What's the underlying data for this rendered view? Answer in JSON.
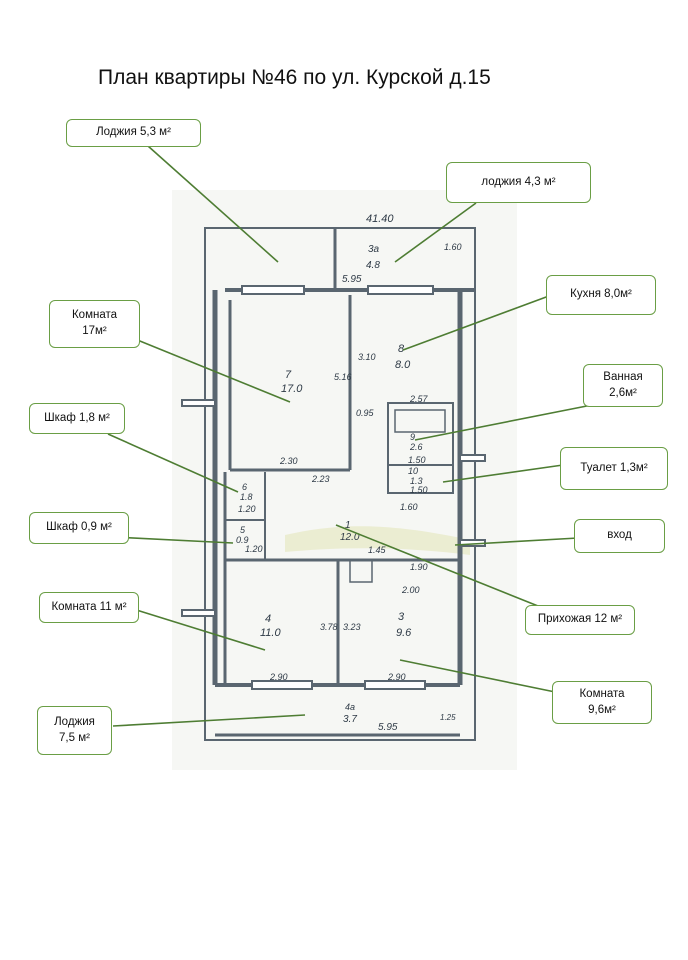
{
  "title": "План квартиры №46 по ул. Курской д.15",
  "callouts": {
    "loggia_5_3": "Лоджия 5,3 м²",
    "loggia_4_3": "лоджия 4,3 м²",
    "kitchen": "Кухня 8,0м²",
    "room17": [
      "Комната",
      "17м²"
    ],
    "bath": [
      "Ванная",
      "2,6м²"
    ],
    "closet18": "Шкаф 1,8 м²",
    "toilet": "Туалет 1,3м²",
    "closet09": "Шкаф 0,9 м²",
    "entrance": "вход",
    "room11": "Комната 11 м²",
    "hall": "Прихожая 12 м²",
    "loggia75": [
      "Лоджия",
      "7,5 м²"
    ],
    "room96": [
      "Комната",
      "9,6м²"
    ]
  },
  "plan_labels": {
    "total_len": "41.40",
    "loggia_top_num": "3а",
    "loggia_top_area": "4.8",
    "loggia_top_len": "5.95",
    "right_dim": "1.60",
    "room7_num": "7",
    "room7_area": "17.0",
    "room7_dim": "5.16",
    "kitchen_num": "8",
    "kitchen_area": "8.0",
    "kitchen_dim": "3.10",
    "dim_095": "0.95",
    "dim_257": "2.57",
    "bath_num": "9",
    "bath_area": "2.6",
    "bath_dim": "1.50",
    "toilet_num": "10",
    "toilet_area": "1.3",
    "toilet_dim": "1.50",
    "dim_230": "2.30",
    "dim_223": "2.23",
    "closet6_num": "6",
    "closet6_area": "1.8",
    "closet6_dim": "1.20",
    "dim_160": "1.60",
    "hall_num": "1",
    "hall_area": "12.0",
    "closet5_num": "5",
    "closet5_area": "0.9",
    "closet5_dim": "1.20",
    "dim_145": "1.45",
    "dim_190": "1.90",
    "dim_200": "2.00",
    "room4_num": "4",
    "room4_area": "11.0",
    "room4_dim": "3.78",
    "room3_num": "3",
    "room3_area": "9.6",
    "room3_dim": "3.23",
    "dim_290a": "2.90",
    "dim_290b": "2.90",
    "loggia_bot_num": "4а",
    "loggia_bot_area": "3.7",
    "loggia_bot_len": "5.95",
    "loggia_bot_dim": "1.25"
  },
  "colors": {
    "callout_border": "#6a9e45",
    "leader": "#4e7d33",
    "wall": "#5a6670"
  }
}
